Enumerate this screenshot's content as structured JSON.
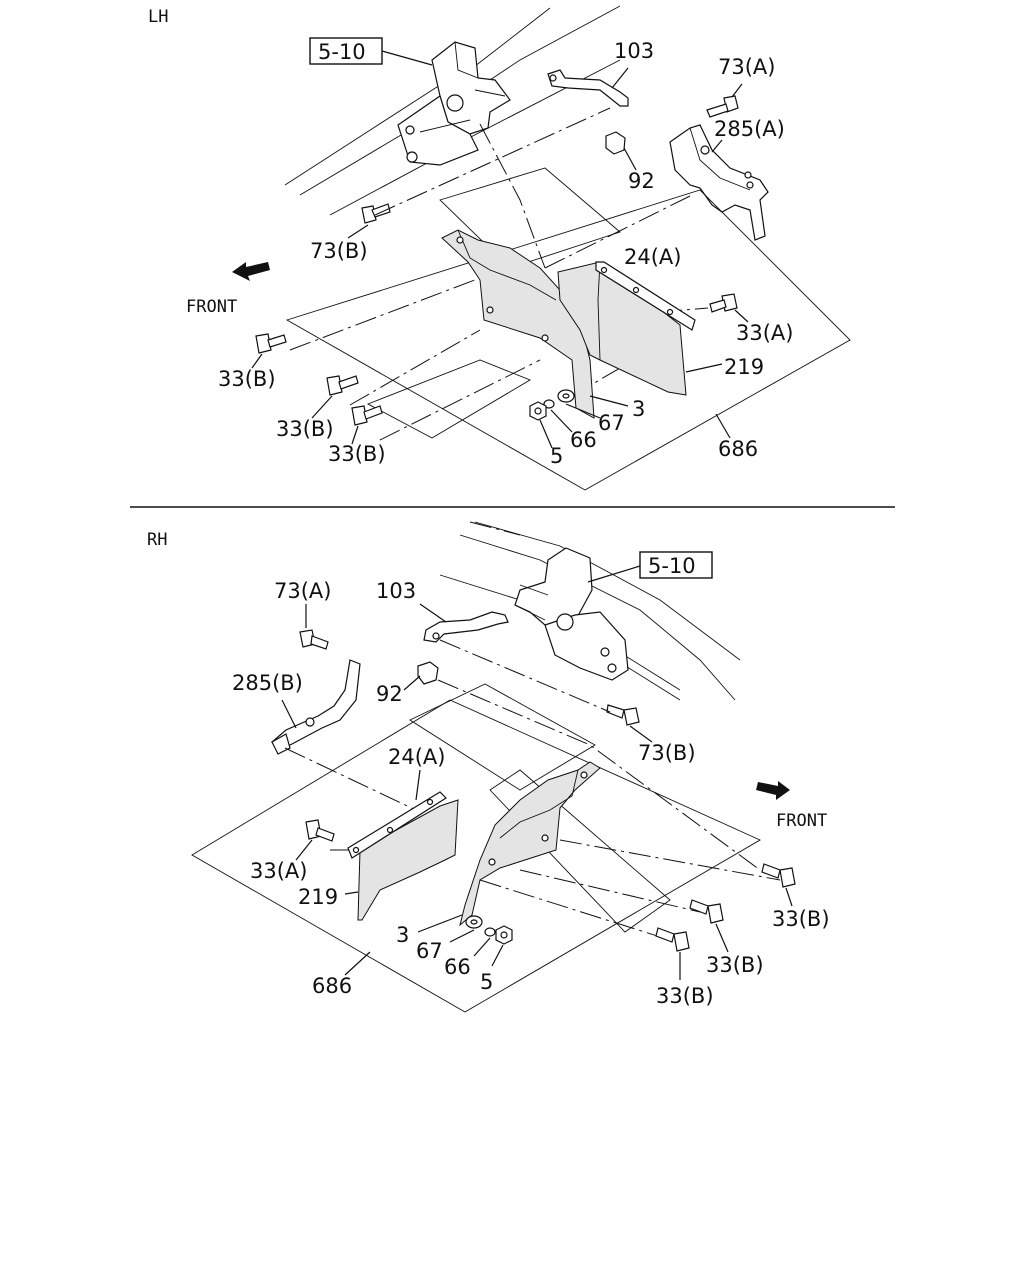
{
  "sections": {
    "lh": {
      "title": "LH",
      "front_label": "FRONT",
      "ref_box": "5-10",
      "callouts": {
        "c103": "103",
        "c73a": "73(A)",
        "c285a": "285(A)",
        "c92": "92",
        "c73b": "73(B)",
        "c24a": "24(A)",
        "c33a": "33(A)",
        "c33b_1": "33(B)",
        "c33b_2": "33(B)",
        "c33b_3": "33(B)",
        "c219": "219",
        "c3": "3",
        "c67": "67",
        "c66": "66",
        "c5": "5",
        "c686": "686"
      }
    },
    "rh": {
      "title": "RH",
      "front_label": "FRONT",
      "ref_box": "5-10",
      "callouts": {
        "c73a": "73(A)",
        "c103": "103",
        "c285b": "285(B)",
        "c92": "92",
        "c73b": "73(B)",
        "c24a": "24(A)",
        "c33a": "33(A)",
        "c219": "219",
        "c3": "3",
        "c67": "67",
        "c66": "66",
        "c5": "5",
        "c686": "686",
        "c33b_1": "33(B)",
        "c33b_2": "33(B)",
        "c33b_3": "33(B)"
      }
    }
  }
}
